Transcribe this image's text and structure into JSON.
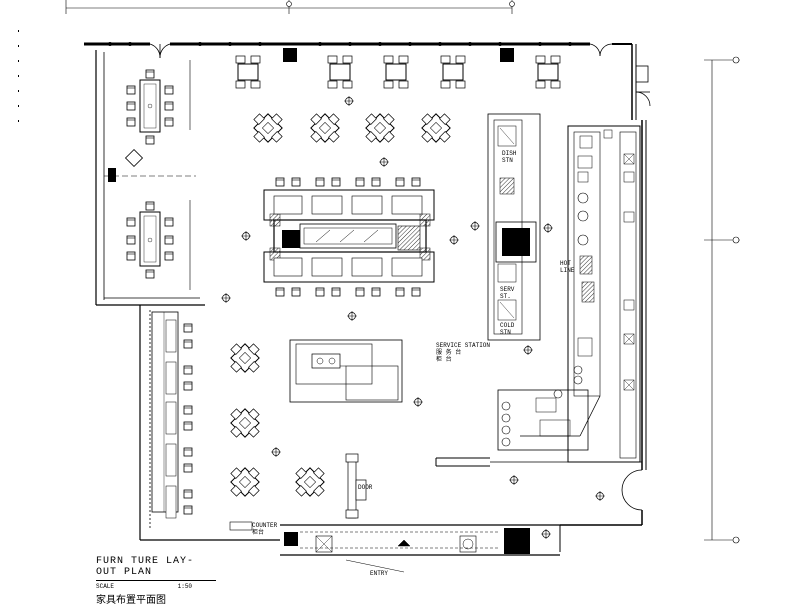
{
  "drawing": {
    "title": "FURN TURE LAY- OUT  PLAN",
    "scale_label": "SCALE",
    "scale_value": "1:50",
    "title_cn": "家具布置平面图"
  },
  "labels": {
    "service_station": "SERVICE STATION\n服 务 台\n柜 台",
    "counter_note": "COUNTER\n柜台",
    "pass_label": "——",
    "station_1": "SERV\nST.",
    "station_2": "COLD\nSTN",
    "station_3": "DISH\nSTN",
    "kitchen_1": "HOT\nLINE",
    "door_note": "DOOR",
    "bottom_note": "ENTRY"
  },
  "colors": {
    "ink": "#000000",
    "hatch": "#333333",
    "solid": "#111111"
  }
}
